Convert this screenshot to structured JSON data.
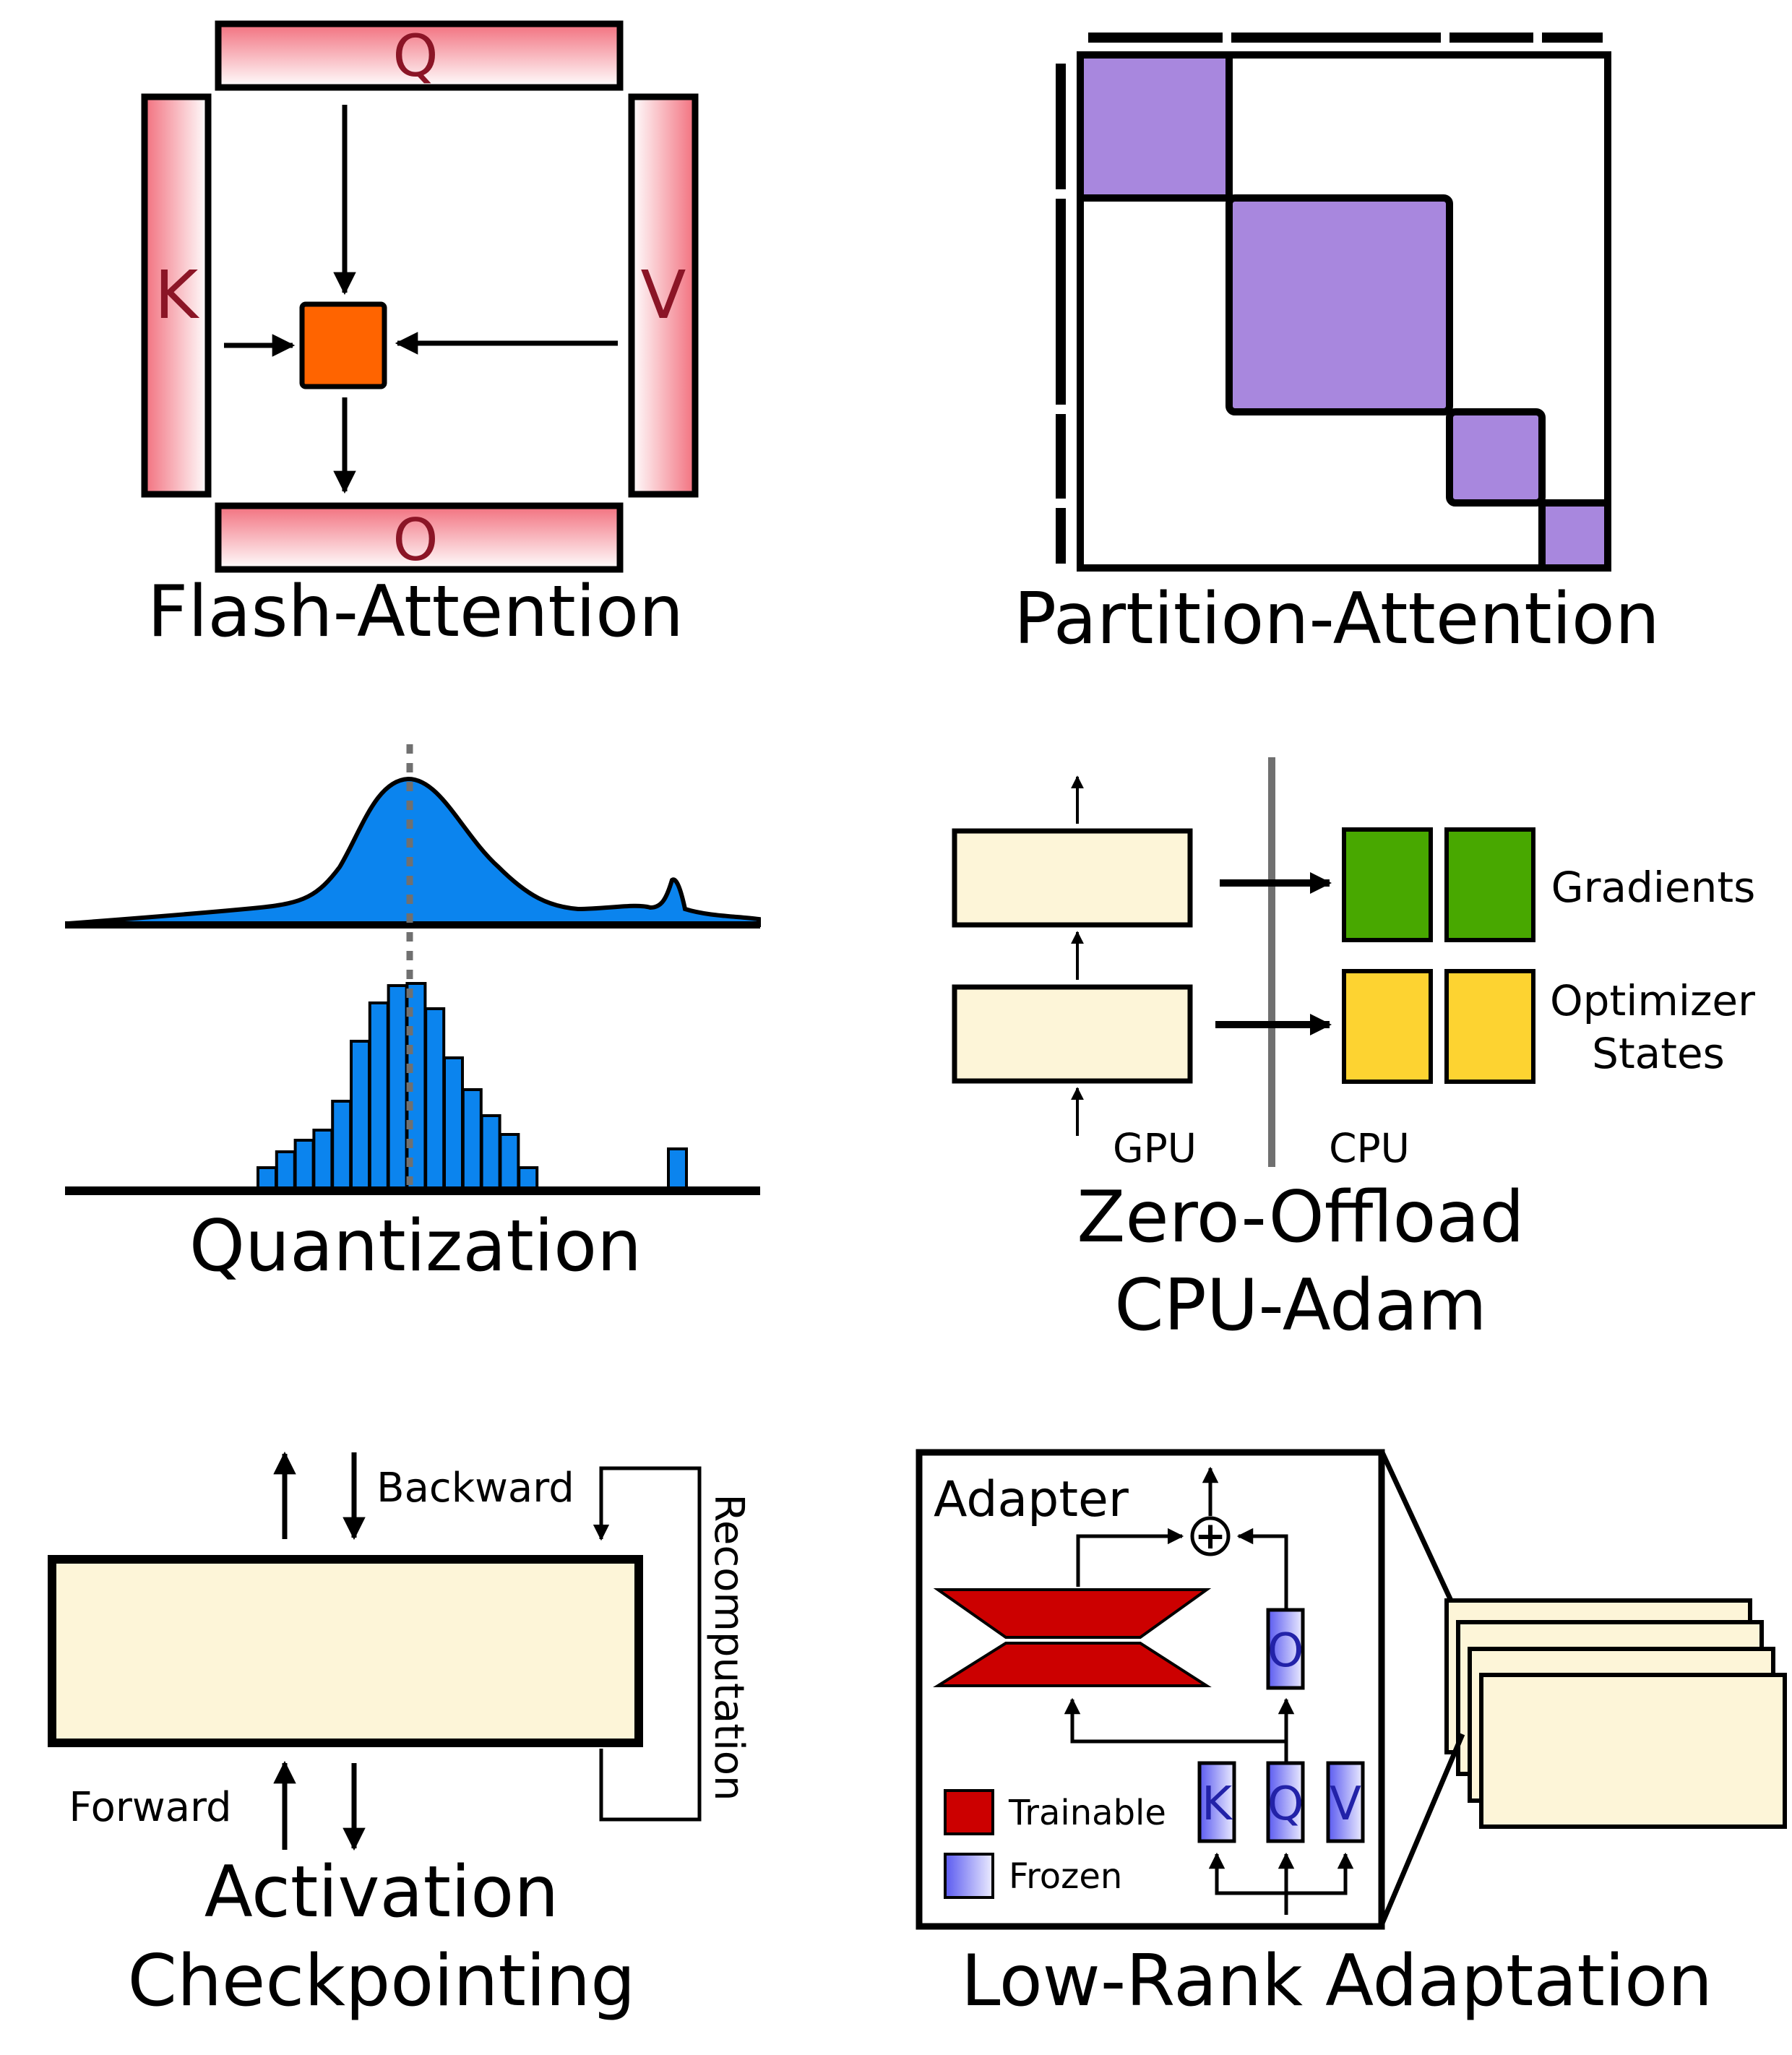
{
  "panels": {
    "flash_attention": {
      "title": "Flash-Attention",
      "q_label": "Q",
      "k_label": "K",
      "v_label": "V",
      "o_label": "O"
    },
    "partition_attention": {
      "title": "Partition-Attention"
    },
    "quantization": {
      "title": "Quantization"
    },
    "zero_offload": {
      "title_line1": "Zero-Offload",
      "title_line2": "CPU-Adam",
      "gradients_label": "Gradients",
      "optimizer_line1": "Optimizer",
      "optimizer_line2": "States",
      "gpu_label": "GPU",
      "cpu_label": "CPU"
    },
    "activation_checkpointing": {
      "title_line1": "Activation",
      "title_line2": "Checkpointing",
      "backward_label": "Backward",
      "forward_label": "Forward",
      "recomputation_label": "Recomputation"
    },
    "low_rank_adaptation": {
      "title": "Low-Rank Adaptation",
      "adapter_label": "Adapter",
      "plus_symbol": "+",
      "o_label": "O",
      "k_label": "K",
      "q_label": "Q",
      "v_label": "V",
      "trainable_label": "Trainable",
      "frozen_label": "Frozen"
    }
  },
  "colors": {
    "qkvo_pink": "#f2707e",
    "qkvo_text": "#8b1526",
    "block_orange": "#ff6400",
    "partition_purple": "#a887de",
    "quant_blue": "#0b84ee",
    "cream": "#fdf5d8",
    "gradient_green": "#48a800",
    "optimizer_yellow": "#fdd331",
    "divider_gray": "#707070",
    "trainable_red": "#cc0000",
    "frozen_blue": "#6e6ef0",
    "frozen_text": "#2222a8"
  }
}
